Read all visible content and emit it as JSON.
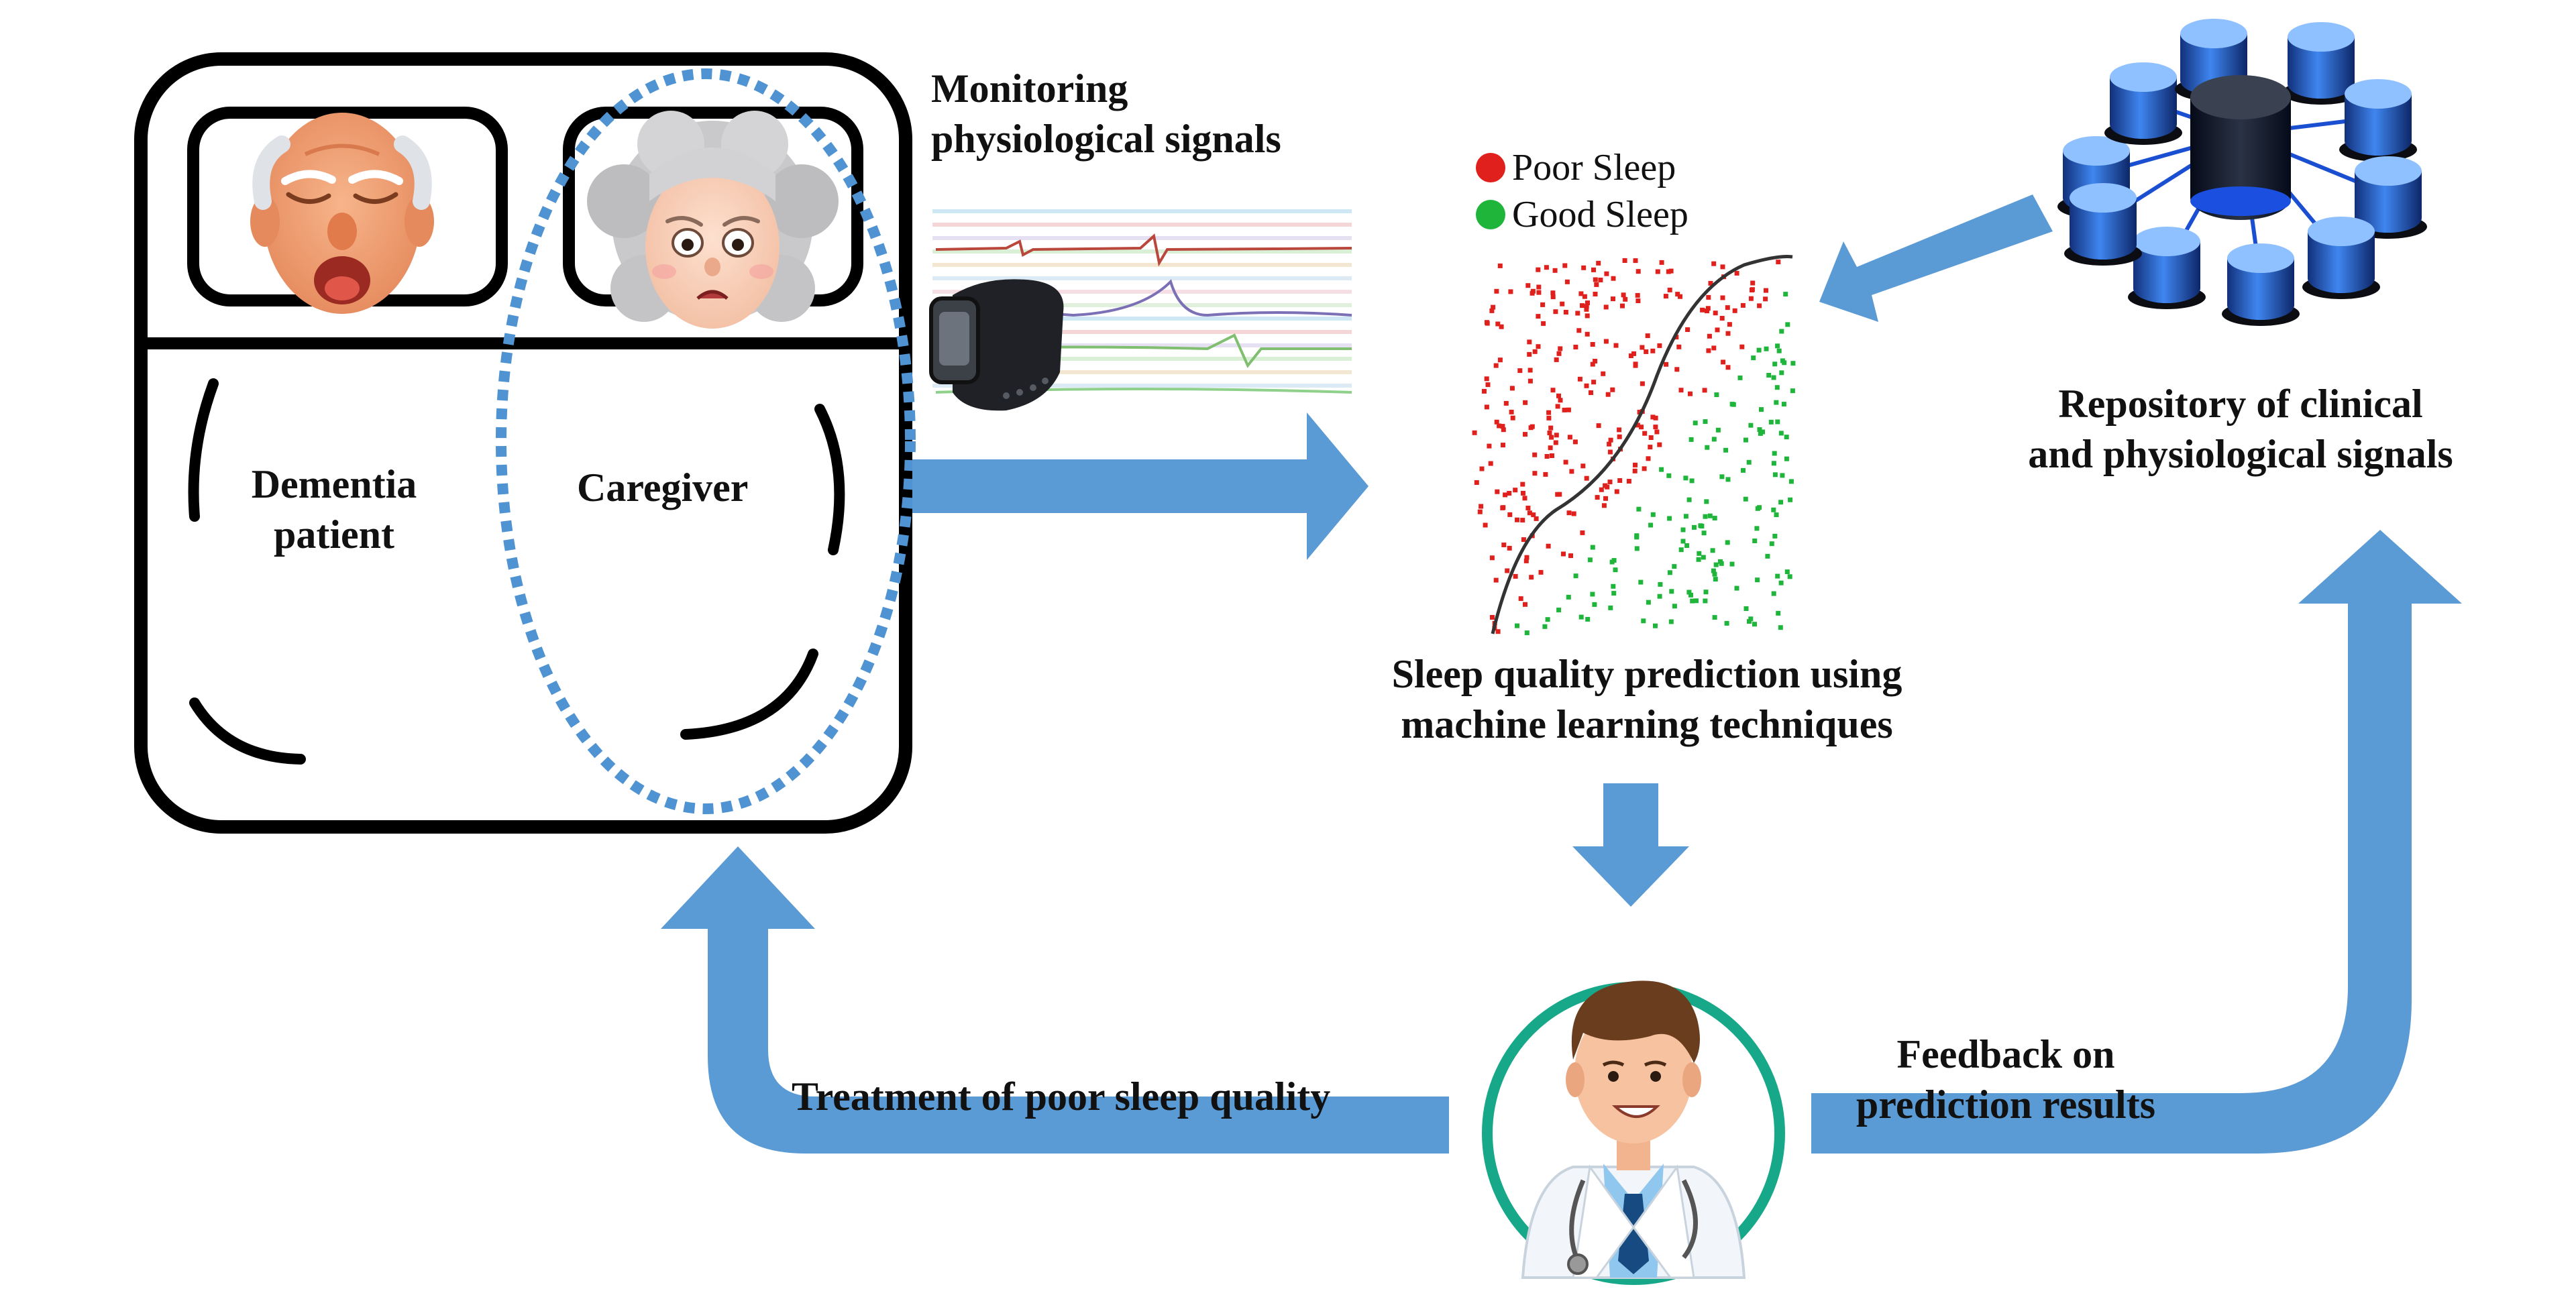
{
  "labels": {
    "monitoring": [
      "Monitoring",
      "physiological signals"
    ],
    "dementia_patient": [
      "Dementia",
      "patient"
    ],
    "caregiver": "Caregiver",
    "prediction": [
      "Sleep quality prediction using",
      "machine learning techniques"
    ],
    "repository": [
      "Repository of clinical",
      "and physiological signals"
    ],
    "treatment": "Treatment of poor sleep quality",
    "feedback": [
      "Feedback on",
      "prediction results"
    ]
  },
  "legend": [
    {
      "label": "Poor Sleep",
      "color": "#e0201c"
    },
    {
      "label": "Good Sleep",
      "color": "#1fb53b"
    }
  ],
  "colors": {
    "arrow": "#5b9bd5",
    "dashed_ellipse": "#4f93d2",
    "doctor_ring": "#17a88a",
    "server": "#2f6fd8"
  },
  "icons": [
    "elderly-man-sleeping-icon",
    "worried-elderly-woman-icon",
    "wristband-sensor-icon",
    "database-network-icon",
    "doctor-icon"
  ]
}
